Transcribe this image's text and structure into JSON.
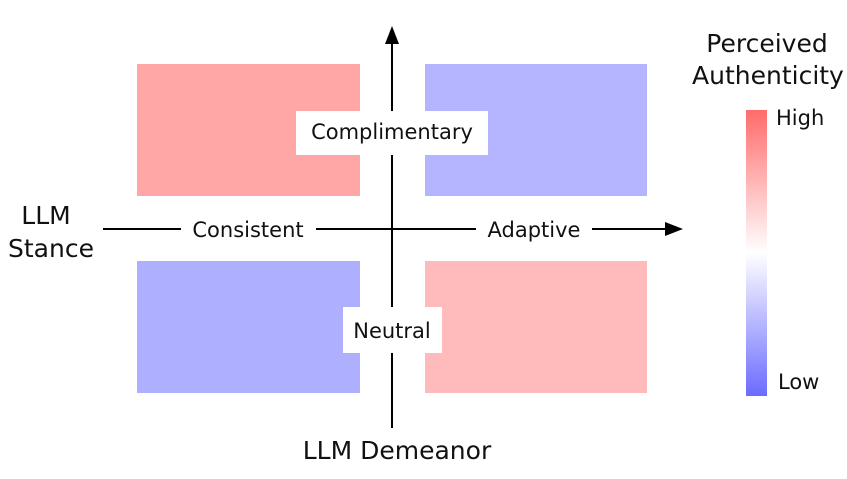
{
  "colors": {
    "high": "#ff6b6b",
    "mid": "#ffffff",
    "low": "#6b6bff"
  },
  "x_axis": {
    "label_line1": "LLM",
    "label_line2": "Stance",
    "left_label": "Consistent",
    "right_label": "Adaptive"
  },
  "y_axis": {
    "label": "LLM Demeanor",
    "top_label": "Complimentary",
    "bottom_label": "Neutral"
  },
  "quadrants": [
    {
      "name": "consistent-complimentary",
      "authenticity": 0.8
    },
    {
      "name": "adaptive-complimentary",
      "authenticity": 0.25
    },
    {
      "name": "consistent-neutral",
      "authenticity": 0.23
    },
    {
      "name": "adaptive-neutral",
      "authenticity": 0.73
    }
  ],
  "legend": {
    "title_line1": "Perceived",
    "title_line2": "Authenticity",
    "high_label": "High",
    "low_label": "Low"
  }
}
